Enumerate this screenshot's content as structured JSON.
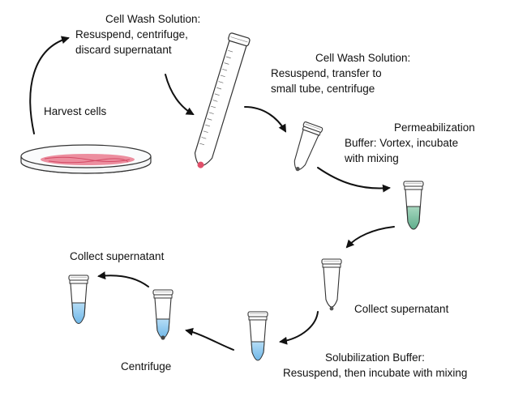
{
  "steps": {
    "harvest": {
      "label": "Harvest cells"
    },
    "wash1": {
      "title": "Cell Wash Solution:",
      "line2": "Resuspend, centrifuge,",
      "line3": "discard supernatant"
    },
    "wash2": {
      "title": "Cell Wash Solution:",
      "line2": "Resuspend, transfer to",
      "line3": "small tube, centrifuge"
    },
    "permeabilization": {
      "title": "Permeabilization",
      "line2": "Buffer: Vortex, incubate",
      "line3": "with mixing"
    },
    "collect1": {
      "label": "Collect supernatant"
    },
    "solubilization": {
      "title": "Solubilization Buffer:",
      "line2": "Resuspend, then incubate with mixing"
    },
    "centrifuge": {
      "label": "Centrifuge"
    },
    "collect2": {
      "label": "Collect supernatant"
    }
  },
  "colors": {
    "cells": "#e0506a",
    "permeabilization_buffer": "#7fc0a3",
    "solubilization_buffer": "#8ec9ee",
    "outline": "#222222",
    "arrow": "#111111"
  }
}
